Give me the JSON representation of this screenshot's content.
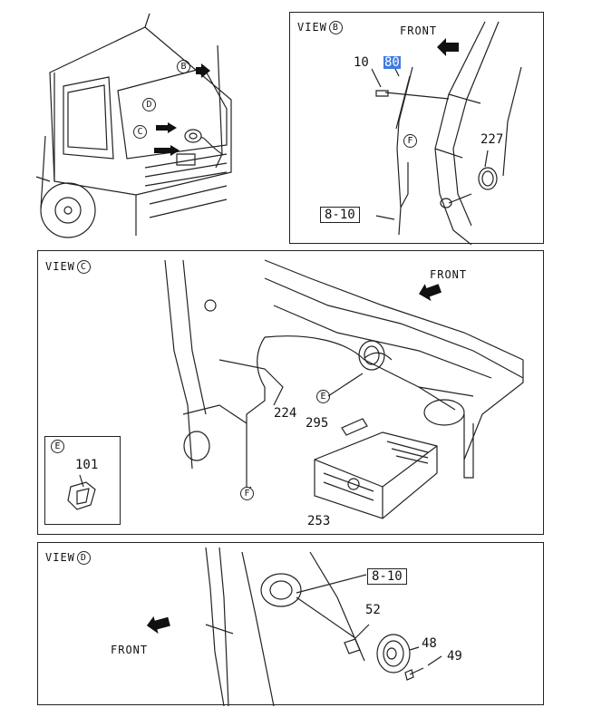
{
  "overview": {
    "callouts": [
      {
        "id": "callout-b",
        "letter": "B"
      },
      {
        "id": "callout-d",
        "letter": "D"
      },
      {
        "id": "callout-c",
        "letter": "C"
      }
    ]
  },
  "view_b": {
    "title": "VIEW",
    "letter": "B",
    "front_label": "FRONT",
    "parts": {
      "p10": "10",
      "p80": "80",
      "p227": "227",
      "ref": "8-10",
      "f": "F"
    }
  },
  "view_c": {
    "title": "VIEW",
    "letter": "C",
    "front_label": "FRONT",
    "parts": {
      "p224": "224",
      "p295": "295",
      "p253": "253",
      "e": "E",
      "f": "F"
    },
    "inset": {
      "letter": "E",
      "part": "101"
    }
  },
  "view_d": {
    "title": "VIEW",
    "letter": "D",
    "front_label": "FRONT",
    "parts": {
      "ref": "8-10",
      "p52": "52",
      "p48": "48",
      "p49": "49"
    }
  }
}
